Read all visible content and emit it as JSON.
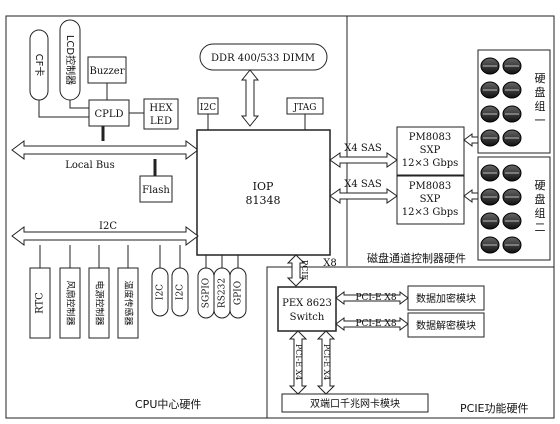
{
  "regions": {
    "cpu_label": "CPU中心硬件",
    "disk_label": "磁盘通道控制器硬件",
    "pcie_label": "PCIE功能硬件"
  },
  "components": {
    "cf_card": "CF卡",
    "lcd_controller": "LCD控制器",
    "buzzer": "Buzzer",
    "cpld": "CPLD",
    "hex_led_line1": "HEX",
    "hex_led_line2": "LED",
    "ddr": "DDR 400/533 DIMM",
    "i2c_top": "I2C",
    "jtag": "JTAG",
    "local_bus": "Local Bus",
    "flash": "Flash",
    "iop_line1": "IOP",
    "iop_line2": "81348",
    "i2c_bus": "I2C",
    "rtc": "RTC",
    "fan_controller": "风扇控制器",
    "power_controller": "电源控制器",
    "temp_sensor": "温度传感器",
    "i2c_a": "I2C",
    "i2c_b": "I2C",
    "sgpio": "SGPIO",
    "rs232": "RS232",
    "gpio": "GPIO",
    "sas_1": "X4 SAS",
    "sas_2": "X4 SAS",
    "pm_1": [
      "PM8083",
      "SXP",
      "12×3 Gbps"
    ],
    "pm_2": [
      "PM8083",
      "SXP",
      "12×3 Gbps"
    ],
    "disk_group_1": [
      "硬",
      "盘",
      "组",
      "一"
    ],
    "disk_group_2": [
      "硬",
      "盘",
      "组",
      "二"
    ],
    "pcie_vert": "PCIE",
    "x8": "X8",
    "pex_line1": "PEX 8623",
    "pex_line2": "Switch",
    "pcie_x8_1": "PCI-E X8",
    "pcie_x8_2": "PCI-E X8",
    "encrypt": "数据加密模块",
    "decrypt": "数据解密模块",
    "pcie_x4_1": "PCI-E X4",
    "pcie_x4_2": "PCI-E X4",
    "nic": "双端口千兆网卡模块"
  }
}
